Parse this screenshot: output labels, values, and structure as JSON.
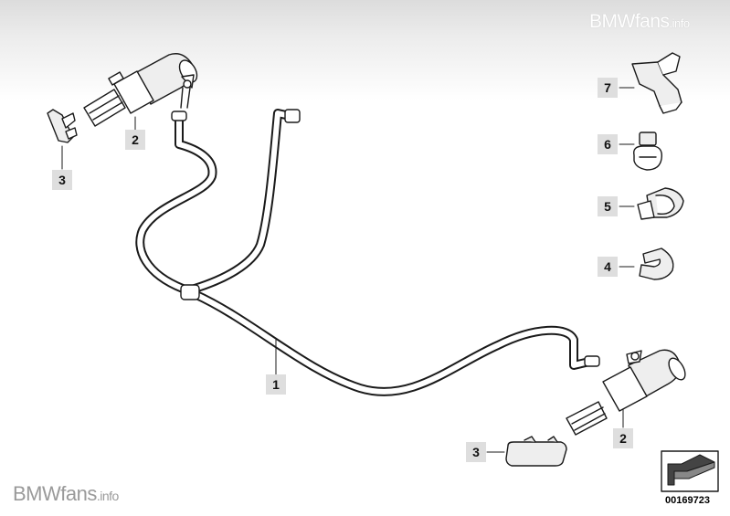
{
  "watermark": {
    "top_brand": "BMWfans",
    "top_suffix": ".info",
    "bottom_brand": "BMWfans",
    "bottom_suffix": ".info"
  },
  "diagram": {
    "reference_number": "00169723",
    "callouts": {
      "hose": "1",
      "nozzle_left": "2",
      "nozzle_right": "2",
      "cap_left": "3",
      "cap_right": "3",
      "clip_4": "4",
      "clip_5": "5",
      "clip_6": "6",
      "clip_7": "7"
    }
  },
  "colors": {
    "stroke": "#1a1a1a",
    "callout_bg": "#dedede",
    "header_gradient": "#dcdcdc"
  }
}
